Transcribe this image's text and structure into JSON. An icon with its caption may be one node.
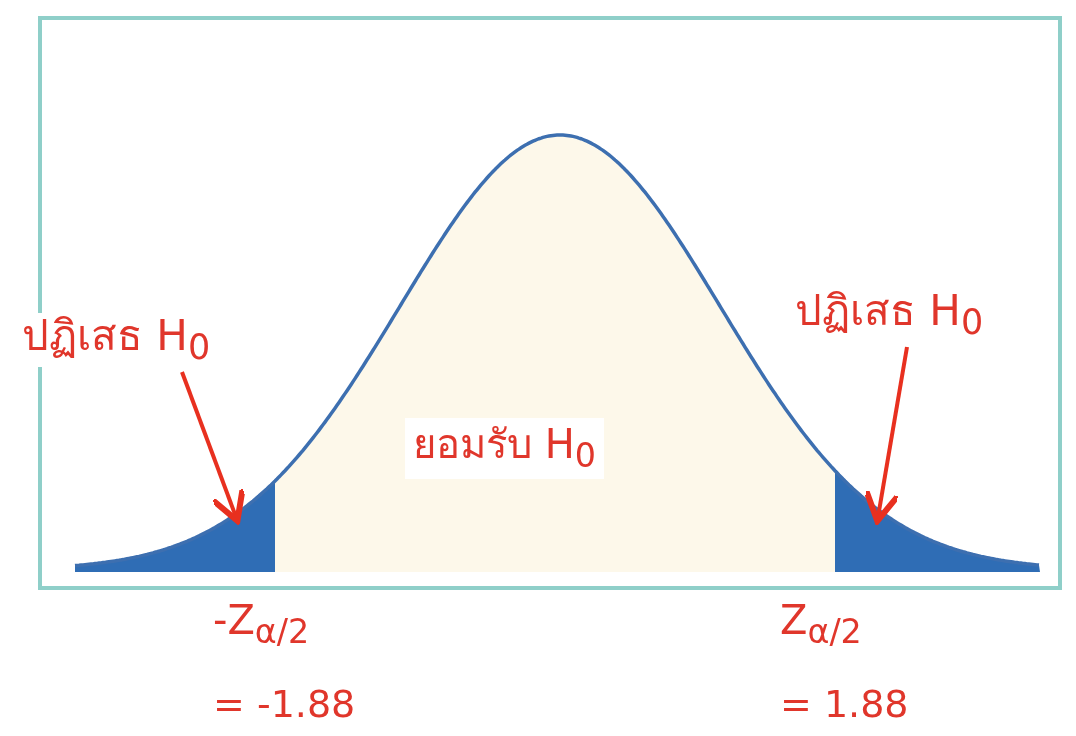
{
  "diagram": {
    "nodes": [
      {
        "text": [
          "ปฏิเสธ  H$_{0}$"
        ]
      },
      {
        "text": [],
        "shape": "area"
      },
      {
        "text": [
          "ยอมรับ H$_{0}$"
        ]
      },
      {
        "text": [
          "ปฏิเสธ  H$_{0}$"
        ]
      },
      {
        "text": [],
        "shape": "area"
      }
    ],
    "edges": [
      {
        "from": 0,
        "to": 1,
        "arrow": "to"
      },
      {
        "from": 3,
        "to": 4,
        "arrow": "to"
      }
    ],
    "labels": [
      "-Z$_{α/2}$",
      "Z$_{α/2}$",
      "= -1.88",
      "= 1.88"
    ]
  }
}
